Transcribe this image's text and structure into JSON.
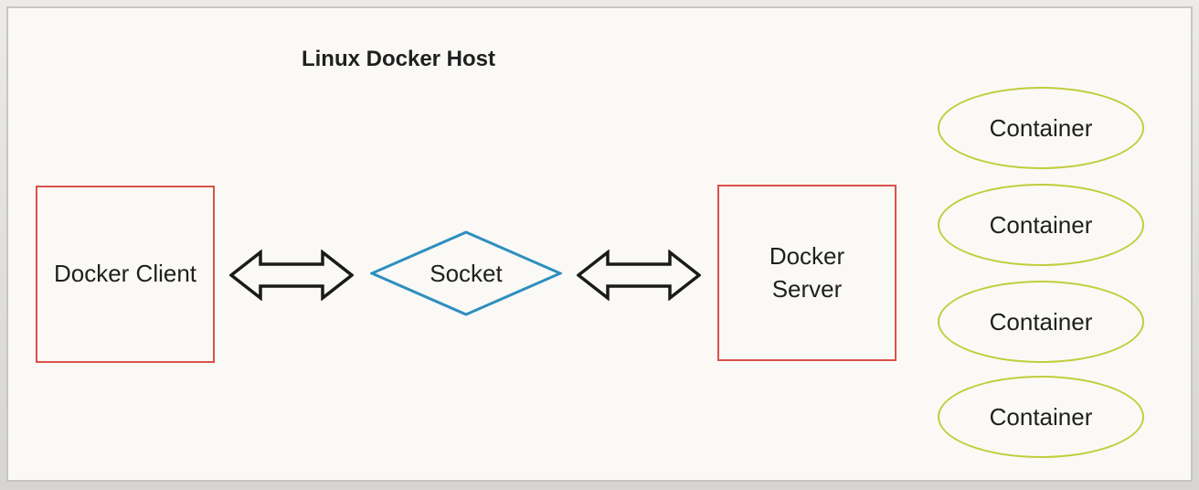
{
  "colors": {
    "page_background": "#FAF9F6",
    "frame_border": "#C7C6C4",
    "node_red": "#DB5148",
    "socket_blue": "#2E8FBF",
    "container_green": "#BFCE3A",
    "arrow_black": "#1A1A1A",
    "text": "#1F1F1F"
  },
  "diagram": {
    "title": "Linux Docker Host",
    "client": {
      "label": "Docker Client"
    },
    "socket": {
      "label": "Socket"
    },
    "server": {
      "label": "Docker Server",
      "lines": [
        "Docker",
        "Server"
      ]
    },
    "containers": [
      {
        "label": "Container"
      },
      {
        "label": "Container"
      },
      {
        "label": "Container"
      },
      {
        "label": "Container"
      }
    ]
  }
}
